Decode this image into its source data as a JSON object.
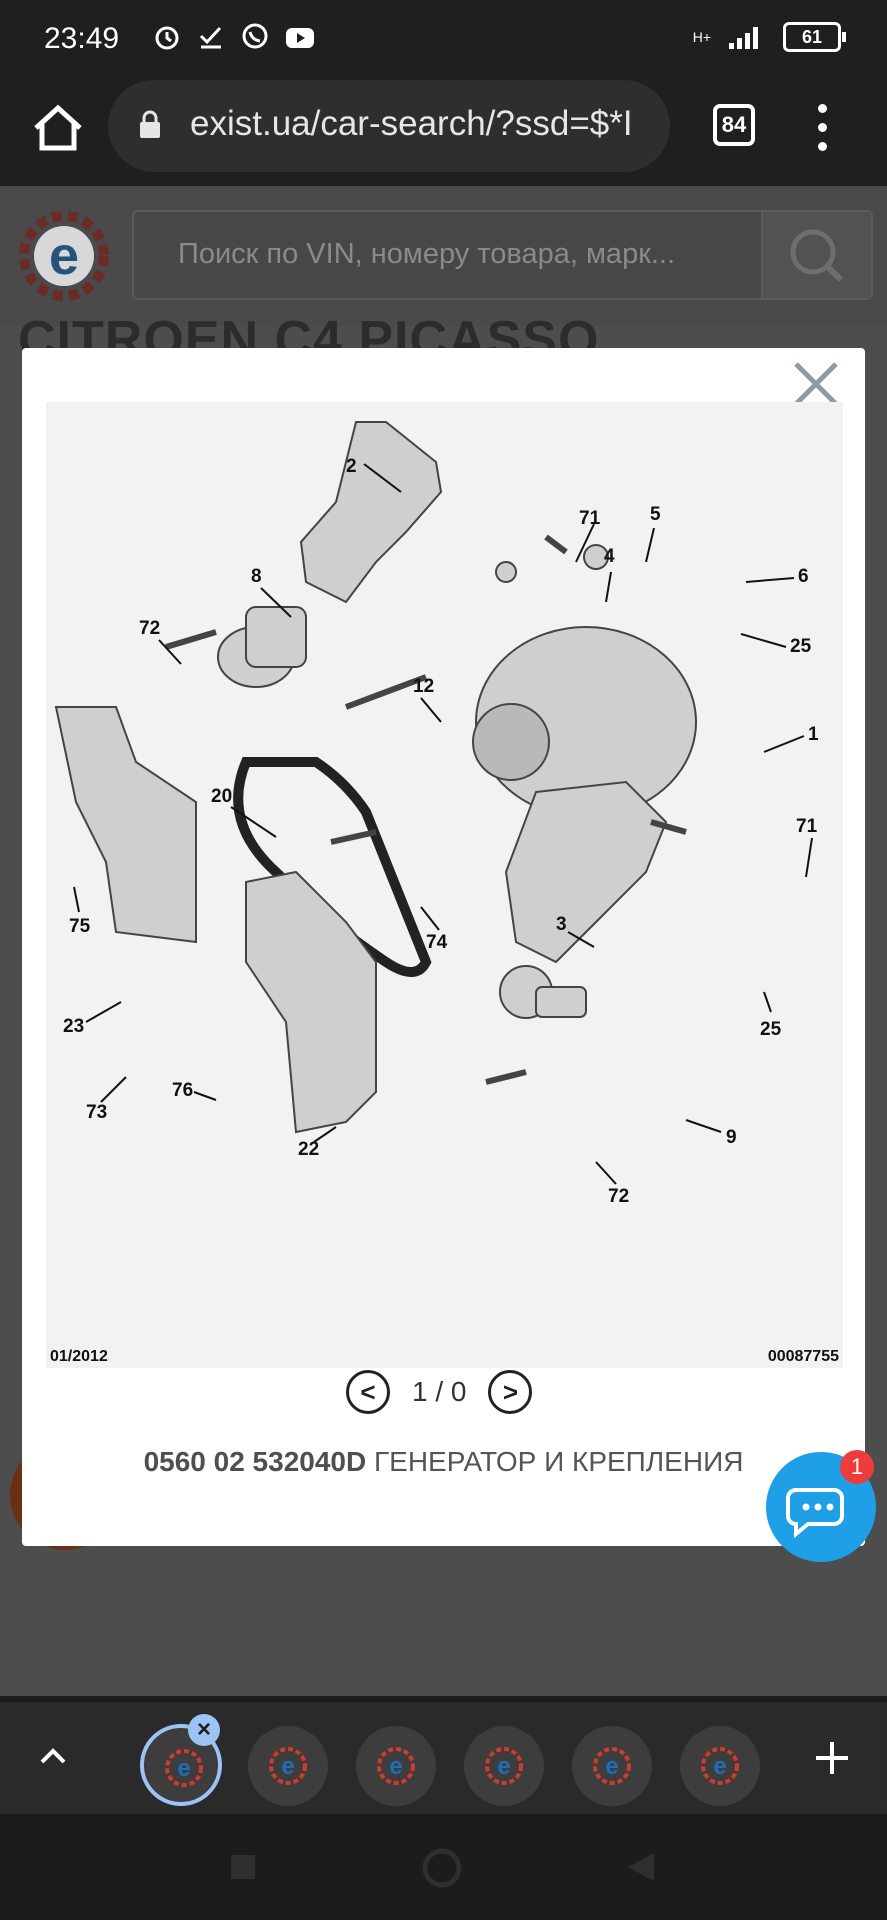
{
  "status_bar": {
    "time": "23:49",
    "battery": "61",
    "network": "H+"
  },
  "browser": {
    "url": "exist.ua/car-search/?ssd=$*I",
    "tabs_count": "84"
  },
  "site": {
    "search_placeholder": "Поиск по VIN, номеру товара, марк...",
    "page_title": "CITROEN C4 PICASSO"
  },
  "modal": {
    "diagram": {
      "date": "01/2012",
      "code": "00087755",
      "callouts": [
        "2",
        "71",
        "5",
        "4",
        "6",
        "8",
        "25",
        "72",
        "12",
        "1",
        "20",
        "71",
        "75",
        "74",
        "3",
        "23",
        "25",
        "73",
        "76",
        "9",
        "22",
        "72"
      ]
    },
    "pager": {
      "prev": "<",
      "text": "1 / 0",
      "next": ">"
    },
    "caption_code": "0560 02 532040D",
    "caption_title": "ГЕНЕРАТОР И КРЕПЛЕНИЯ"
  },
  "chat": {
    "badge": "1"
  },
  "tabstrip": {
    "count": 6
  },
  "colors": {
    "accent_blue": "#1e9fe6",
    "badge_red": "#ee3c3c",
    "logo_blue": "#1a6fb8",
    "logo_red": "#d23a2a"
  }
}
